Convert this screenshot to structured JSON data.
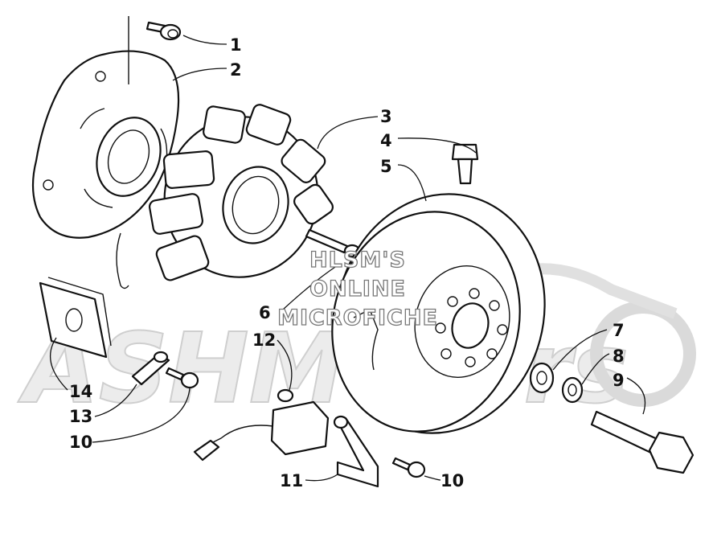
{
  "callouts": [
    {
      "id": "c1",
      "label": "1"
    },
    {
      "id": "c2",
      "label": "2"
    },
    {
      "id": "c3",
      "label": "3"
    },
    {
      "id": "c4",
      "label": "4"
    },
    {
      "id": "c5",
      "label": "5"
    },
    {
      "id": "c6",
      "label": "6"
    },
    {
      "id": "c7",
      "label": "7"
    },
    {
      "id": "c8",
      "label": "8"
    },
    {
      "id": "c9",
      "label": "9"
    },
    {
      "id": "c10a",
      "label": "10"
    },
    {
      "id": "c10b",
      "label": "10"
    },
    {
      "id": "c11",
      "label": "11"
    },
    {
      "id": "c12",
      "label": "12"
    },
    {
      "id": "c13",
      "label": "13"
    },
    {
      "id": "c14",
      "label": "14"
    }
  ],
  "watermark": {
    "line1": "HLSM'S",
    "line2": "ONLINE",
    "line3": "MICROFICHE"
  },
  "logo_text": "ASHMotors"
}
